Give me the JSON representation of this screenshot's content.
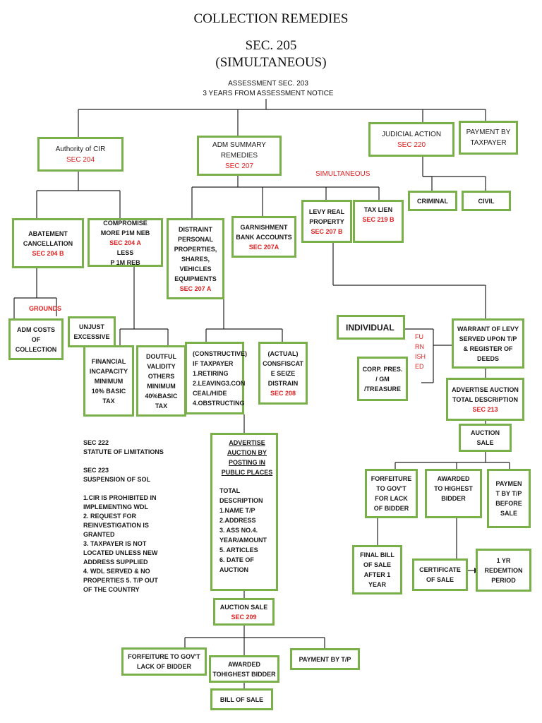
{
  "title": {
    "line1": "COLLECTION REMEDIES",
    "line2": "SEC. 205",
    "line3": "(SIMULTANEOUS)"
  },
  "assessment": {
    "line1": "ASSESSMENT SEC. 203",
    "line2": "3 YEARS FROM ASSESSMENT NOTICE"
  },
  "boxes": {
    "cir": {
      "text": "Authority of CIR",
      "sec": "SEC 204"
    },
    "adm": {
      "text": "ADM SUMMARY\nREMEDIES",
      "sec": "SEC 207"
    },
    "judicial": {
      "text": "JUDICIAL ACTION",
      "sec": "SEC 220"
    },
    "payment_top": {
      "text": "PAYMENT BY\nTAXPAYER"
    },
    "criminal": {
      "text": "CRIMINAL"
    },
    "civil": {
      "text": "CIVIL"
    },
    "abatement": {
      "text": "ABATEMENT\nCANCELLATION",
      "sec": "SEC 204 B"
    },
    "compromise": {
      "text": "COMPROMISE\nMORE P1M NEB",
      "sec": "SEC 204 A",
      "text_after": "LESS\nP 1M REB"
    },
    "distraint": {
      "text": "DISTRAINT\nPERSONAL\nPROPERTIES,\nSHARES,\nVEHICLES\nEQUIPMENTS",
      "sec": "SEC 207 A"
    },
    "garnishment": {
      "text": "GARNISHMENT\nBANK ACCOUNTS",
      "sec": "SEC 207A"
    },
    "levy": {
      "text": "LEVY REAL\nPROPERTY",
      "sec": "SEC 207 B"
    },
    "taxlien": {
      "text": "TAX LIEN",
      "sec": "SEC 219 B"
    },
    "admcosts": {
      "text": "ADM COSTS\nOF\nCOLLECTION"
    },
    "unjust": {
      "text": "UNJUST\nEXCESSIVE"
    },
    "financial": {
      "text": "FINANCIAL\nINCAPACITY\nMINIMUM\n10% BASIC\nTAX"
    },
    "doubtful": {
      "text": "DOUTFUL\nVALIDITY\nOTHERS\nMINIMUM\n40%BASIC\nTAX"
    },
    "constructive": {
      "text": "(CONSTRUCTIVE)\nIF TAXPAYER\n1.RETIRING\n2.LEAVING3.CON\nCEAL/HIDE\n4.OBSTRUCTING"
    },
    "actual": {
      "text": "(ACTUAL)\nCONSFISCAT\nE SEIZE\nDISTRAIN",
      "sec": "SEC 208"
    },
    "individual": {
      "text": "INDIVIDUAL"
    },
    "corp": {
      "text": "CORP. PRES.\n/ GM\n/TREASURE"
    },
    "warrant": {
      "text": "WARRANT OF LEVY\nSERVED UPON T/P\n& REGISTER OF\nDEEDS"
    },
    "advertise_auction": {
      "text": "ADVERTISE AUCTION\nTOTAL DESCRIPTION",
      "sec": "SEC 213"
    },
    "auction_sale_r": {
      "text": "AUCTION\nSALE"
    },
    "forfeiture_r": {
      "text": "FORFEITURE\nTO GOV'T\nFOR LACK\nOF BIDDER"
    },
    "awarded_r": {
      "text": "AWARDED\nTO HIGHEST\nBIDDER"
    },
    "payment_r": {
      "text": "PAYMEN\nT BY T/P\nBEFORE\nSALE"
    },
    "finalbill": {
      "text": "FINAL BILL\nOF SALE\nAFTER 1\nYEAR"
    },
    "certificate": {
      "text": "CERTIFICATE\nOF SALE"
    },
    "redemption": {
      "text": "1 YR\nREDEMTION\nPERIOD"
    },
    "advertise_posting": {
      "text": "ADVERTISE\nAUCTION BY\nPOSTING IN\nPUBLIC PLACES",
      "text2": "TOTAL\nDESCRIPTION\n1.NAME T/P\n2.ADDRESS\n3. ASS NO.4.\nYEAR/AMOUNT\n5. ARTICLES\n6. DATE OF\nAUCTION"
    },
    "auction_sale_c": {
      "text": "AUCTION SALE",
      "sec": "SEC 209"
    },
    "forfeiture_b": {
      "text": "FORFEITURE TO GOV'T\nLACK OF BIDDER"
    },
    "awarded_b": {
      "text": "AWARDED\nTOHIGHEST BIDDER"
    },
    "payment_b": {
      "text": "PAYMENT BY T/P"
    },
    "billofsale": {
      "text": "BILL OF SALE"
    }
  },
  "labels": {
    "simultaneous": "SIMULTANEOUS",
    "grounds": "GROUNDS",
    "furnished": "FU\nRN\nISH\nED"
  },
  "notes": {
    "sol": "SEC 222\nSTATUTE OF LIMITATIONS\n\nSEC 223\nSUSPENSION OF SOL\n\n1.CIR IS PROHIBITED IN\nIMPLEMENTING WDL\n2. REQUEST FOR\nREINVESTIGATION IS\nGRANTED\n3. TAXPAYER IS NOT\nLOCATED UNLESS NEW\nADDRESS SUPPLIED\n4. WDL SERVED & NO\nPROPERTIES 5. T/P OUT\nOF THE COUNTRY"
  },
  "colors": {
    "box_border": "#7ab04a",
    "section_red": "#e02020",
    "line": "#222222"
  }
}
